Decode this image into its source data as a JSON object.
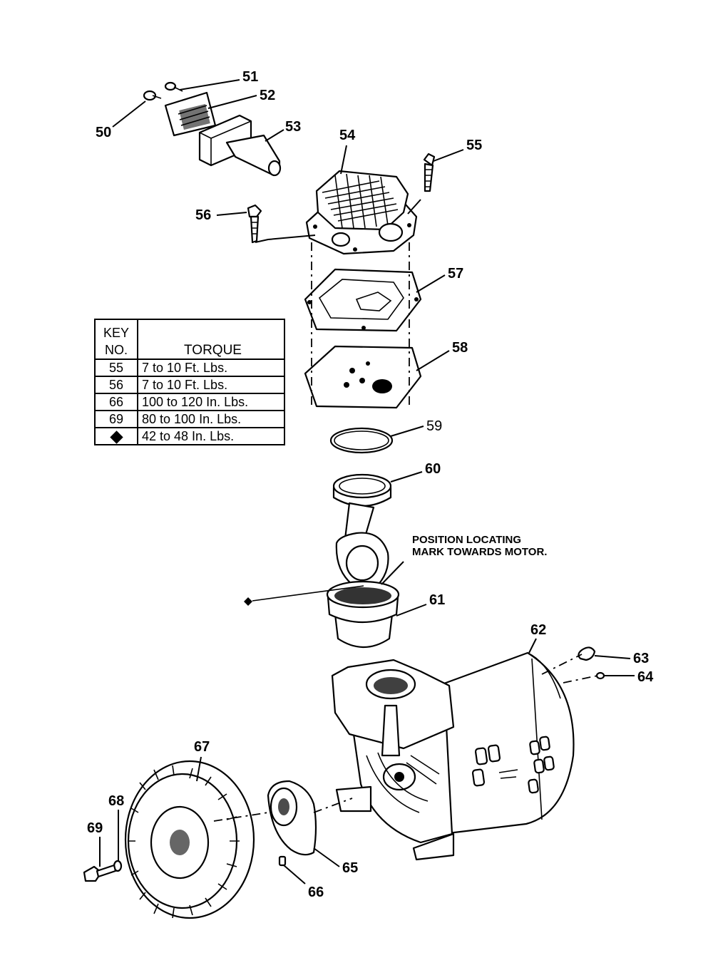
{
  "callouts": {
    "p50": "50",
    "p51": "51",
    "p52": "52",
    "p53": "53",
    "p54": "54",
    "p55": "55",
    "p56": "56",
    "p57": "57",
    "p58": "58",
    "p59": "59",
    "p60": "60",
    "p61": "61",
    "p62": "62",
    "p63": "63",
    "p64": "64",
    "p65": "65",
    "p66": "66",
    "p67": "67",
    "p68": "68",
    "p69": "69"
  },
  "note": {
    "line1": "POSITION LOCATING",
    "line2": "MARK TOWARDS MOTOR."
  },
  "torque_table": {
    "header_key_line1": "KEY",
    "header_key_line2": "NO.",
    "header_torque": "TORQUE",
    "rows": [
      {
        "key": "55",
        "torque": "7 to 10 Ft. Lbs."
      },
      {
        "key": "56",
        "torque": "7 to 10 Ft. Lbs."
      },
      {
        "key": "66",
        "torque": "100 to 120 In. Lbs."
      },
      {
        "key": "69",
        "torque": "80 to 100 In. Lbs."
      },
      {
        "key": "",
        "key_icon": "diamond-icon",
        "torque": "42 to 48 In. Lbs."
      }
    ]
  }
}
